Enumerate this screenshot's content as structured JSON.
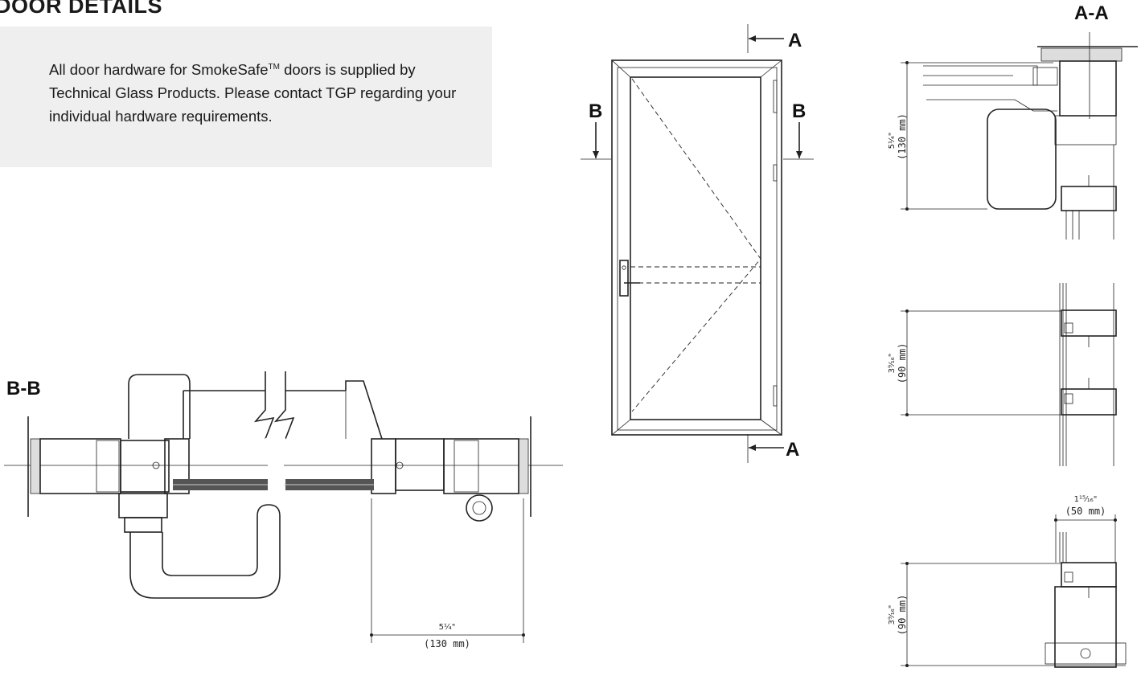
{
  "title": "DOOR DETAILS",
  "note": {
    "text_before": "All door hardware for SmokeSafe",
    "trademark": "TM",
    "text_after": " doors is supplied by Technical Glass Products. Please contact TGP regarding your individual hardware requirements."
  },
  "section_labels": {
    "bb": "B-B",
    "aa": "A-A",
    "a_top": "A",
    "a_bottom": "A",
    "b_left": "B",
    "b_right": "B"
  },
  "dimensions": {
    "bb_width": {
      "fraction": "5¼\"",
      "metric": "(130 mm)"
    },
    "aa_top": {
      "fraction": "5¼\"",
      "metric": "(130 mm)"
    },
    "aa_mid": {
      "fraction": "3⁹⁄₁₆\"",
      "metric": "(90 mm)"
    },
    "aa_bottom": {
      "fraction": "3⁹⁄₁₆\"",
      "metric": "(90 mm)"
    },
    "aa_depth": {
      "fraction": "1¹⁵⁄₁₆\"",
      "metric": "(50 mm)"
    }
  }
}
